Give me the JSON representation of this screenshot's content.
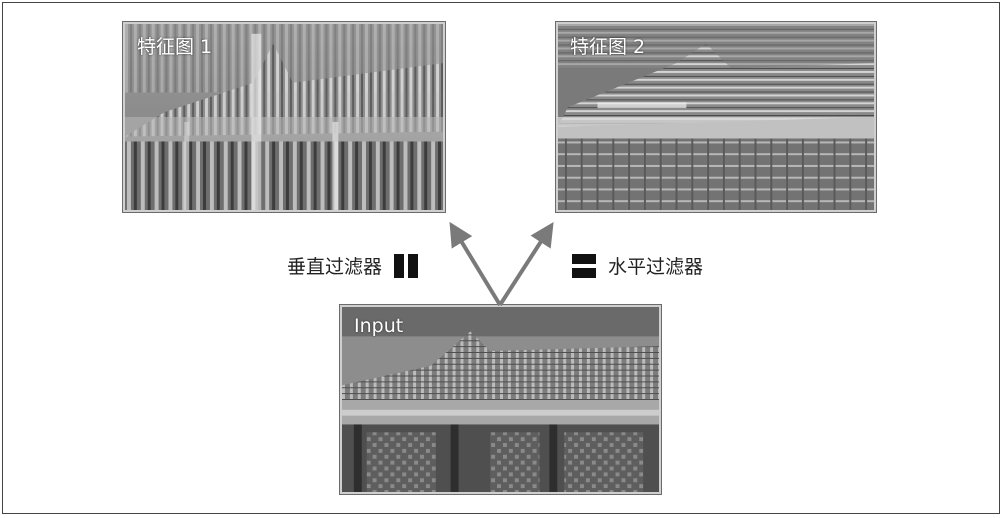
{
  "feature_map_1": {
    "label": "特征图 1"
  },
  "feature_map_2": {
    "label": "特征图 2"
  },
  "input_image": {
    "label": "Input"
  },
  "filters": {
    "vertical": {
      "label": "垂直过滤器",
      "icon": "vertical-filter-icon"
    },
    "horizontal": {
      "label": "水平过滤器",
      "icon": "horizontal-filter-icon"
    }
  },
  "colors": {
    "arrow": "#7a7a7a",
    "border": "#6b6b6b"
  }
}
